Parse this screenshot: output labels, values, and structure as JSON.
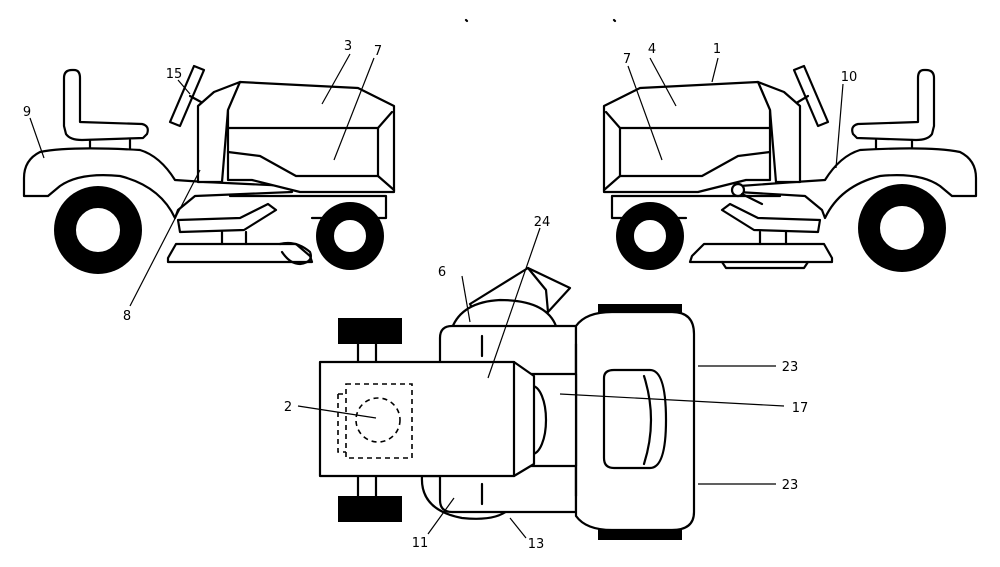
{
  "callouts": {
    "c1": "1",
    "c2": "2",
    "c3": "3",
    "c4": "4",
    "c6": "6",
    "c7_left": "7",
    "c7_right": "7",
    "c8": "8",
    "c9": "9",
    "c10": "10",
    "c11": "11",
    "c13": "13",
    "c15": "15",
    "c17": "17",
    "c23_top": "23",
    "c23_bottom": "23",
    "c24": "24"
  }
}
